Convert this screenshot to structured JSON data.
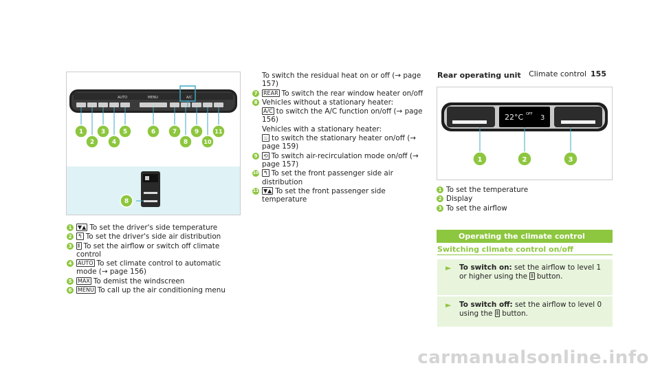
{
  "header": {
    "section": "Climate control",
    "page": "155"
  },
  "main_figure": {
    "callouts": [
      "1",
      "2",
      "3",
      "4",
      "5",
      "6",
      "7",
      "8",
      "9",
      "10",
      "11"
    ],
    "inset_callout": "8",
    "panel_labels": [
      "AUTO",
      "MENU",
      "A/C"
    ],
    "colors": {
      "panel_bg": "#dff2f6",
      "callout": "#8dc63f",
      "highlight": "#3ea7c5"
    }
  },
  "left_items": [
    {
      "n": "1",
      "icon": "▼▲",
      "text": "To set the driver's side temperature"
    },
    {
      "n": "2",
      "icon": "↰",
      "text": "To set the driver's side air distribution"
    },
    {
      "n": "3",
      "icon": "⦀",
      "text": "To set the airflow or switch off climate control"
    },
    {
      "n": "4",
      "icon": "AUTO",
      "text": "To set climate control to automatic mode (→ page 156)"
    },
    {
      "n": "5",
      "icon": "MAX",
      "text": "To demist the windscreen"
    },
    {
      "n": "6",
      "icon": "MENU",
      "text": "To call up the air conditioning menu"
    }
  ],
  "mid_items": [
    {
      "n": "",
      "icon": "",
      "text": "To switch the residual heat on or off (→ page 157)"
    },
    {
      "n": "7",
      "icon": "REAR",
      "text": "To switch the rear window heater on/off"
    },
    {
      "n": "8",
      "icon": "",
      "text": "Vehicles without a stationary heater:"
    },
    {
      "n": "",
      "icon": "A/C",
      "text": "to switch the A/C function on/off (→ page 156)"
    },
    {
      "n": "",
      "icon": "",
      "text": "Vehicles with a stationary heater:"
    },
    {
      "n": "",
      "icon": "♨",
      "text": "to switch the stationary heater on/off (→ page 159)"
    },
    {
      "n": "9",
      "icon": "⟲",
      "text": "To switch air-recirculation mode on/off (→ page 157)"
    },
    {
      "n": "10",
      "icon": "↰",
      "text": "To set the front passenger side air distribution"
    },
    {
      "n": "11",
      "icon": "▼▲",
      "text": "To set the front passenger side temperature"
    }
  ],
  "rear": {
    "heading": "Rear operating unit",
    "display_temp": "22°C",
    "display_off": "OFF",
    "display_fan": "3",
    "callouts": [
      "1",
      "2",
      "3"
    ],
    "items": [
      {
        "n": "1",
        "text": "To set the temperature"
      },
      {
        "n": "2",
        "text": "Display"
      },
      {
        "n": "3",
        "text": "To set the airflow"
      }
    ]
  },
  "operating": {
    "band_title": "Operating the climate control system",
    "subheading": "Switching climate control on/off",
    "step1_bold": "To switch on:",
    "step1_text": "set the airflow to level 1 or higher using the",
    "step1_end": "button.",
    "step2_bold": "To switch off:",
    "step2_text": "set the airflow to level 0 using the",
    "step2_end": "button."
  },
  "footer": {
    "watermark": "carmanualsonline.info"
  }
}
